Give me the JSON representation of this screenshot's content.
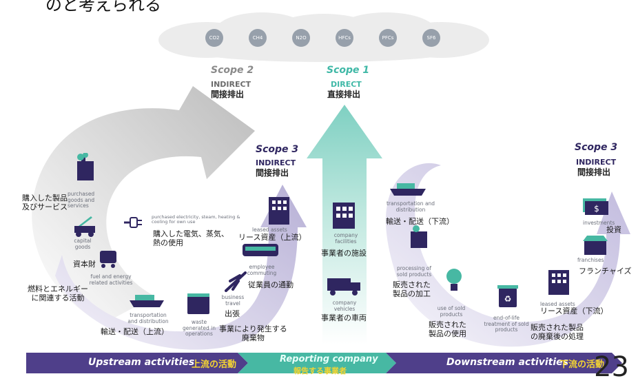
{
  "top_caption": "のと考えられる",
  "gases": [
    "CO2",
    "CH4",
    "N2O",
    "HFCs",
    "PFCs",
    "SF6"
  ],
  "scope2": {
    "title": "Scope 2",
    "type": "INDIRECT",
    "jp": "間接排出"
  },
  "scope1": {
    "title": "Scope 1",
    "type": "DIRECT",
    "jp": "直接排出"
  },
  "scope3_up": {
    "title": "Scope 3",
    "type": "INDIRECT",
    "jp": "間接排出"
  },
  "scope3_down": {
    "title": "Scope 3",
    "type": "INDIRECT",
    "jp": "間接排出"
  },
  "upstream": [
    {
      "key": "purchased",
      "en": "purchased goods and services",
      "jp": "購入した製品\n及びサービス"
    },
    {
      "key": "electricity",
      "en": "purchased electricity, steam, heating & cooling for own use",
      "jp": "購入した電気、蒸気、\n熱の使用"
    },
    {
      "key": "capital",
      "en": "capital goods",
      "jp": "資本財"
    },
    {
      "key": "fuel",
      "en": "fuel and energy related activities",
      "jp": "燃料とエネルギー\nに関連する活動"
    },
    {
      "key": "transport_up",
      "en": "transportation and distribution",
      "jp": "輸送・配送（上流）"
    },
    {
      "key": "waste",
      "en": "waste generated in operations",
      "jp": "事業により発生する\n廃棄物"
    },
    {
      "key": "travel",
      "en": "business travel",
      "jp": "出張"
    },
    {
      "key": "commuting",
      "en": "employee commuting",
      "jp": "従業員の通勤"
    },
    {
      "key": "leased_up",
      "en": "leased assets",
      "jp": "リース資産（上流）"
    }
  ],
  "company": [
    {
      "key": "facilities",
      "en": "company facilities",
      "jp": "事業者の施設"
    },
    {
      "key": "vehicles",
      "en": "company vehicles",
      "jp": "事業者の車両"
    }
  ],
  "downstream": [
    {
      "key": "transport_down",
      "en": "transportation and distribution",
      "jp": "輸送・配送（下流）"
    },
    {
      "key": "processing",
      "en": "processing of sold products",
      "jp": "販売された\n製品の加工"
    },
    {
      "key": "use",
      "en": "use of sold products",
      "jp": "販売された\n製品の使用"
    },
    {
      "key": "eol",
      "en": "end-of-life treatment of sold products",
      "jp": "販売された製品\nの廃棄後の処理"
    },
    {
      "key": "leased_down",
      "en": "leased assets",
      "jp": "リース資産（下流）"
    },
    {
      "key": "franchises",
      "en": "franchises",
      "jp": "フランチャイズ"
    },
    {
      "key": "investments",
      "en": "investments",
      "jp": "投資"
    }
  ],
  "bottom_bar": {
    "upstream_en": "Upstream activities",
    "upstream_jp": "上流の活動",
    "reporting_en": "Reporting company",
    "reporting_jp": "報告する事業者",
    "downstream_en": "Downstream activities",
    "downstream_jp": "下流の活動",
    "page_num": "23"
  },
  "colors": {
    "scope1_teal": "#3fb8a6",
    "scope_gray": "#8a8a8a",
    "scope3_purple": "#2f2660",
    "bar_purple": "#4f3f8a",
    "bar_teal": "#47b8a3",
    "jp_yellow": "#f5d531"
  }
}
